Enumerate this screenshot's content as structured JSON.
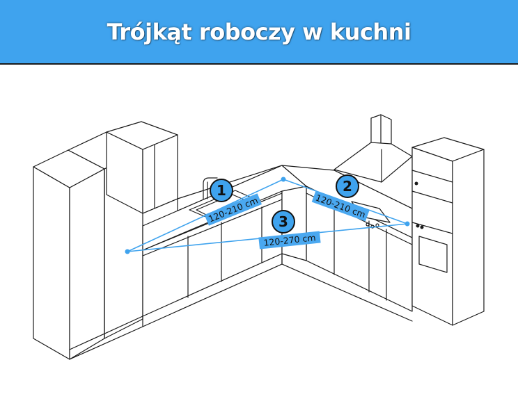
{
  "header": {
    "title": "Trójkąt roboczy w kuchni"
  },
  "triangle": {
    "sides": [
      {
        "number": "1",
        "label": "120-210 cm"
      },
      {
        "number": "2",
        "label": "120-210 cm"
      },
      {
        "number": "3",
        "label": "120-270 cm"
      }
    ]
  },
  "colors": {
    "accent": "#3fa3ee",
    "line": "#1a1a1a",
    "background": "#ffffff"
  },
  "icons": [
    "fridge-column",
    "sink",
    "cooktop",
    "range-hood",
    "oven"
  ]
}
